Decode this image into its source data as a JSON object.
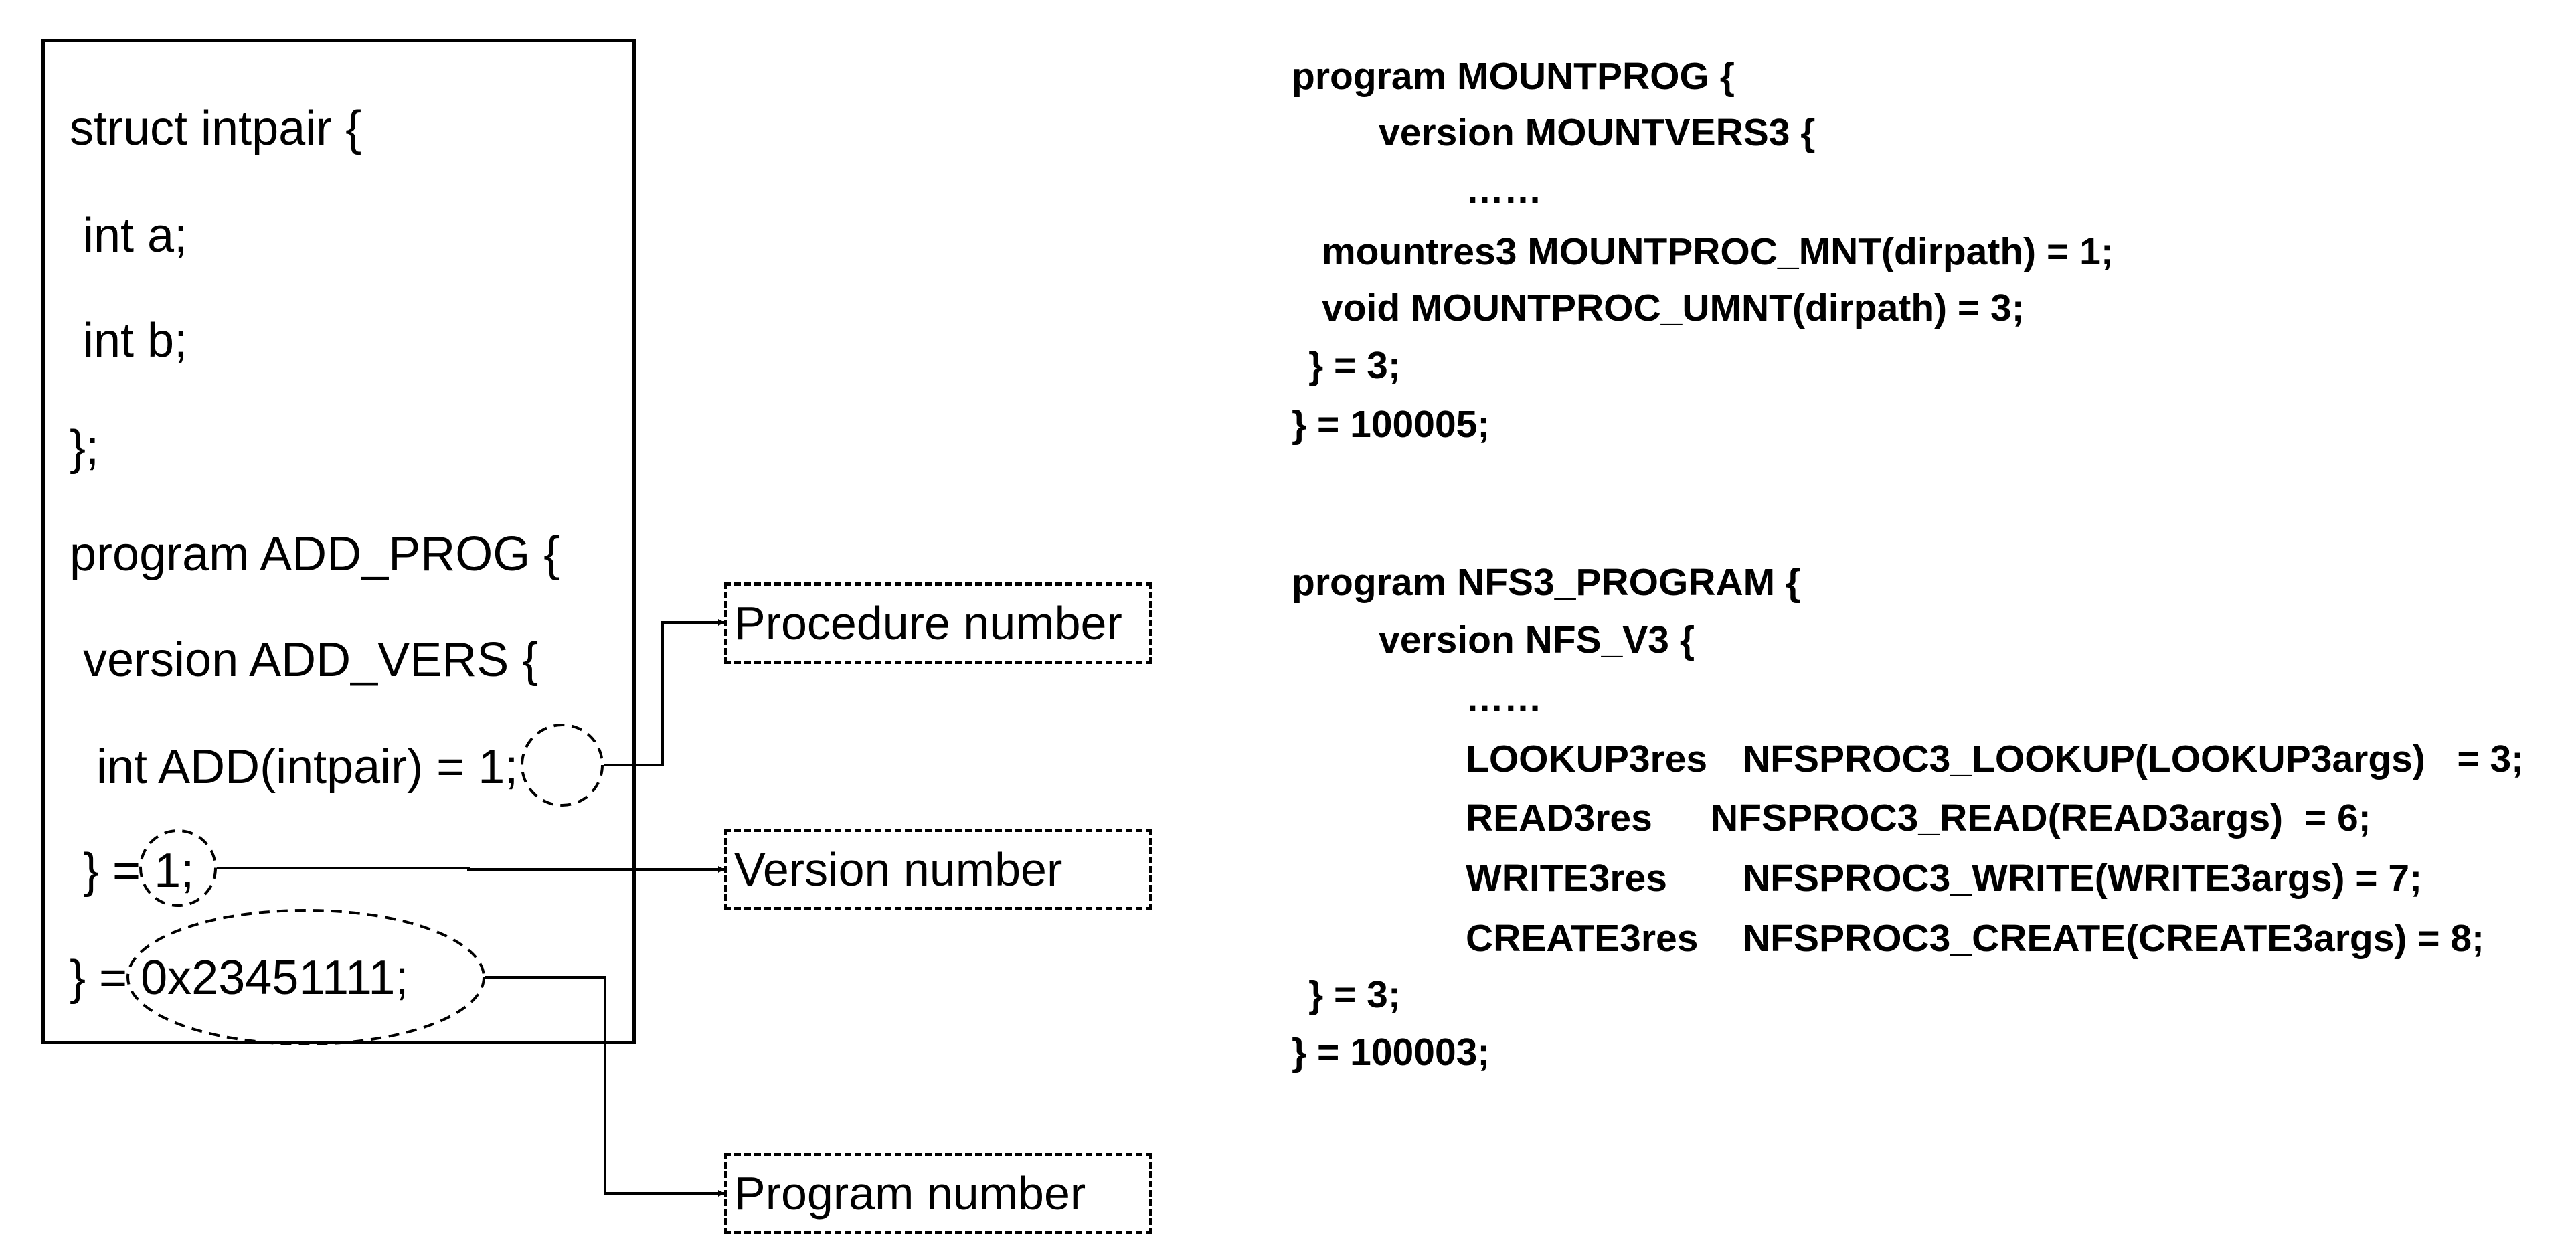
{
  "left_code": {
    "lines": [
      "struct intpair {",
      " int a;",
      " int b;",
      "};",
      "program ADD_PROG {",
      " version ADD_VERS {",
      "  int ADD(intpair) = ",
      " } = ",
      "} = "
    ],
    "procedure_value": "1;",
    "version_value": "1;",
    "program_value": "0x23451111;"
  },
  "callouts": {
    "procedure": "Procedure number",
    "version": "Version number",
    "program": "Program number"
  },
  "mount_program": {
    "lines": [
      "program MOUNTPROG {",
      "version MOUNTVERS3 {",
      "……",
      "mountres3 MOUNTPROC_MNT(dirpath) = 1;",
      "void MOUNTPROC_UMNT(dirpath) = 3;",
      "} = 3;",
      "} = 100005;"
    ]
  },
  "nfs_program": {
    "header": [
      "program NFS3_PROGRAM {",
      "version NFS_V3 {",
      "……"
    ],
    "procedures": [
      {
        "type": "LOOKUP3res",
        "signature": "NFSPROC3_LOOKUP(LOOKUP3args)   = 3;"
      },
      {
        "type": "READ3res",
        "signature": "NFSPROC3_READ(READ3args)  = 6;"
      },
      {
        "type": "WRITE3res",
        "signature": "NFSPROC3_WRITE(WRITE3args) = 7;"
      },
      {
        "type": "CREATE3res",
        "signature": "NFSPROC3_CREATE(CREATE3args) = 8;"
      }
    ],
    "footer": [
      "} = 3;",
      "} = 100003;"
    ]
  }
}
